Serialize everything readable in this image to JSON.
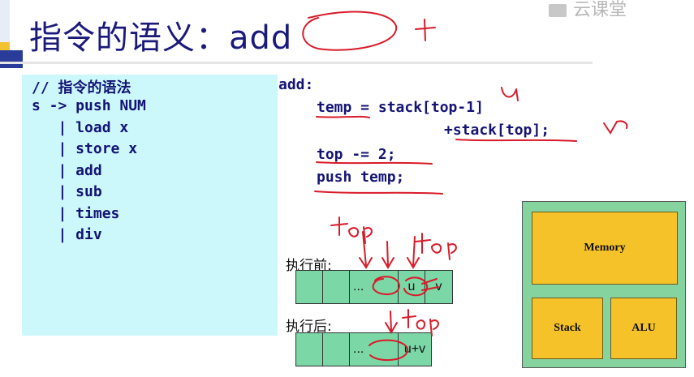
{
  "title": {
    "text": "指令的语义：",
    "instr": "add",
    "plus_mark": "+"
  },
  "watermark": {
    "text": "云课堂",
    "icon": "cloud-classroom-icon"
  },
  "grammar": {
    "lines": [
      "// 指令的语法",
      "s -> push NUM",
      "   | load x",
      "   | store x",
      "   | add",
      "   | sub",
      "   | times",
      "   | div"
    ]
  },
  "code": {
    "label": "add:",
    "lines": [
      "temp = stack[top-1]",
      "+stack[top];",
      "top -= 2;",
      "push temp;"
    ],
    "notes": {
      "u": "u",
      "v": "v"
    }
  },
  "before": {
    "label": "执行前:",
    "cells": [
      "",
      "",
      "...",
      "u",
      "v"
    ],
    "annotation": "top"
  },
  "after": {
    "label": "执行后:",
    "cells": [
      "",
      "",
      "...",
      "u+v"
    ],
    "annotation": "top"
  },
  "arch": {
    "memory": "Memory",
    "stack": "Stack",
    "alu": "ALU"
  },
  "colors": {
    "title": "#1a1a7a",
    "code": "#141475",
    "grammar_bg": "#ccf8fb",
    "cell": "#7bd7a6",
    "box": "#f5c22a",
    "arch_bg": "#85d4a0",
    "ink": "#d81b2a"
  }
}
